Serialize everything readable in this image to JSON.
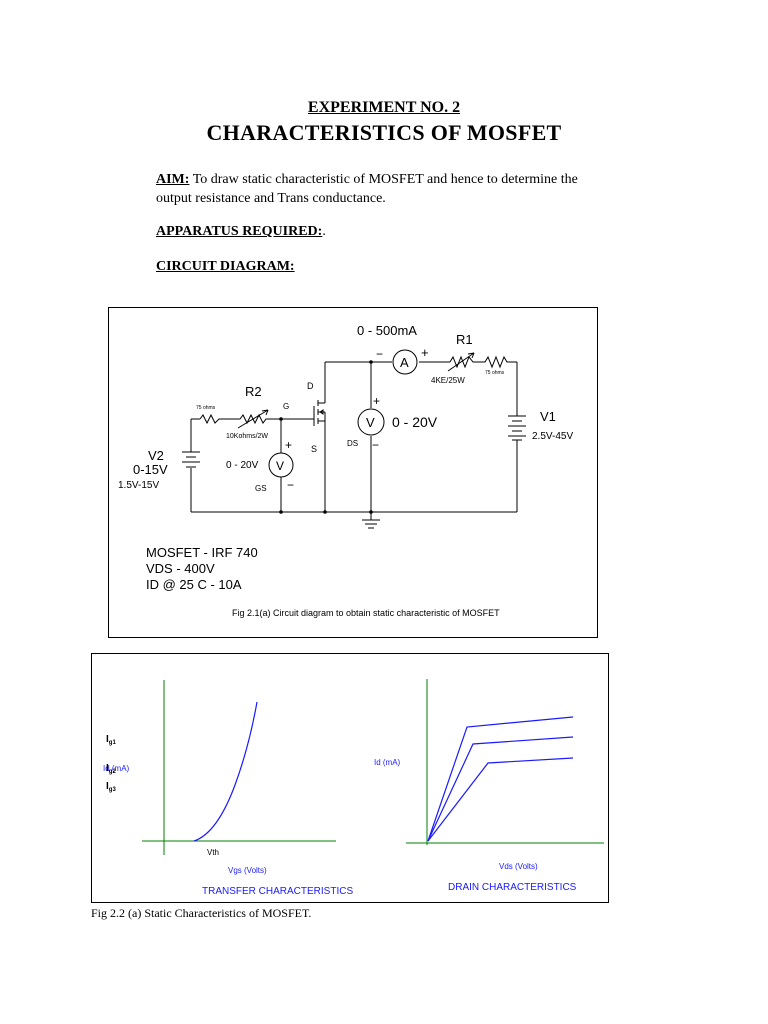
{
  "header": {
    "experiment_no": "EXPERIMENT NO. 2",
    "title": "CHARACTERISTICS OF MOSFET"
  },
  "aim": {
    "label": "AIM:",
    "text": "To draw static characteristic of MOSFET and hence to determine the output resistance and Trans conductance."
  },
  "apparatus": {
    "label": "APPARATUS REQUIRED:",
    "value": "."
  },
  "circuit_heading": "CIRCUIT DIAGRAM:",
  "circuit": {
    "ammeter_range": "0 - 500mA",
    "ammeter_symbol": "A",
    "r1_name": "R1",
    "r1_value": "4KE/25W",
    "r1_series": "75 ohms",
    "v1_name": "V1",
    "v1_value": "2.5V-45V",
    "vds_symbol": "V",
    "vds_range": "0 - 20V",
    "vds_label": "DS",
    "drain_label": "D",
    "source_label": "S",
    "gate_label": "G",
    "r2_name": "R2",
    "r2_series": "75 ohms",
    "r2_value": "10Kohms/2W",
    "vgs_symbol": "V",
    "vgs_range": "0 - 20V",
    "vgs_label": "GS",
    "v2_name": "V2",
    "v2_range": "0-15V",
    "v2_value": "1.5V-15V",
    "plus": "+",
    "minus": "−",
    "specs": [
      "MOSFET - IRF 740",
      "VDS - 400V",
      "ID @ 25 C - 10A"
    ],
    "caption": "Fig 2.1(a) Circuit diagram to obtain static characteristic of MOSFET"
  },
  "graphs": {
    "transfer": {
      "ig_labels": [
        "I",
        "I",
        "I"
      ],
      "ig_subs": [
        "g1",
        "g2",
        "g3"
      ],
      "y_label": "Id (mA)",
      "vth_label": "Vth",
      "x_label": "Vgs (Volts)",
      "title": "TRANSFER CHARACTERISTICS"
    },
    "drain": {
      "y_label": "Id (mA)",
      "x_label": "Vds (Volts)",
      "title": "DRAIN CHARACTERISTICS"
    },
    "caption": "Fig 2.2 (a) Static Characteristics of MOSFET."
  },
  "colors": {
    "axis": "#008000",
    "curve": "#1a1aff",
    "label_blue": "#1a1aff"
  }
}
